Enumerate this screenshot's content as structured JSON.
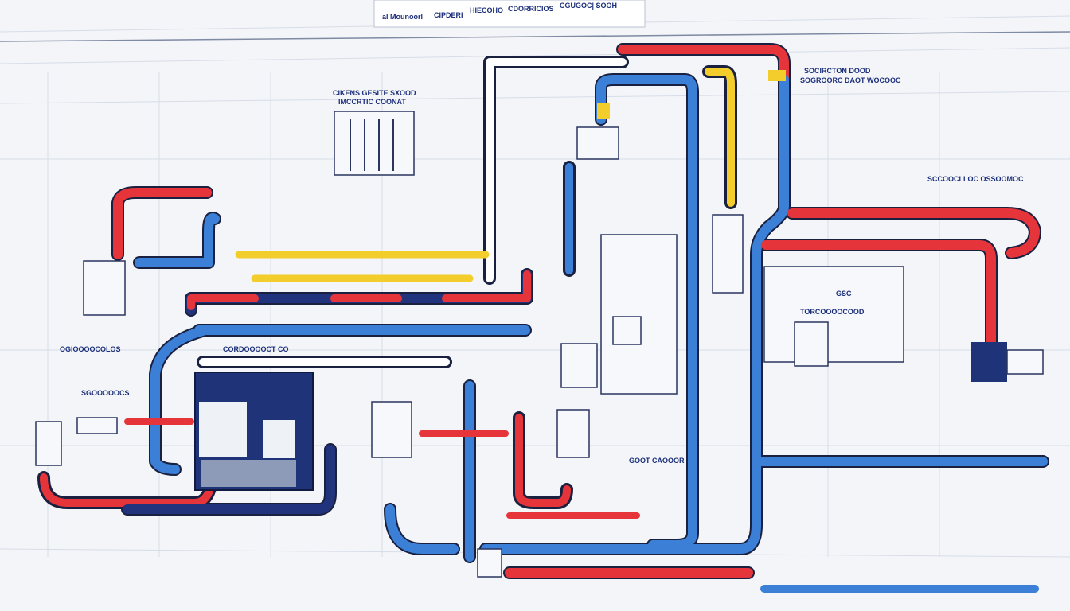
{
  "header": {
    "labels": [
      "al Mounoorl",
      "CIPDERI",
      "HIECOHO",
      "CDORRICIOS",
      "CGUGOC| SOOH"
    ]
  },
  "annotations": {
    "top_left": "CIKENS GESITE SXOOD",
    "top_left_sub": "IMCCRTIC COONAT",
    "top_right": "SOCIRCTON DOOD",
    "top_right_sub": "SOGROORC DAOT WOCOOC",
    "right_mid": "SCCOOCLLOC OSSOOMOC",
    "center_left": "CORDOOOOCT CO",
    "right_box": "TORCOOOOCOOD",
    "right_box_title": "GSC",
    "bottom_center": "GOOT CAOOOR",
    "left_a": "OGIOOOOCOLOS",
    "left_b": "SGOOOOOCS"
  },
  "colors": {
    "hot_pipe": "#e5353b",
    "cold_pipe": "#3b7fd6",
    "main_pipe": "#22337e",
    "gas_pipe": "#f3cd2c",
    "background": "#f3f5f8"
  }
}
